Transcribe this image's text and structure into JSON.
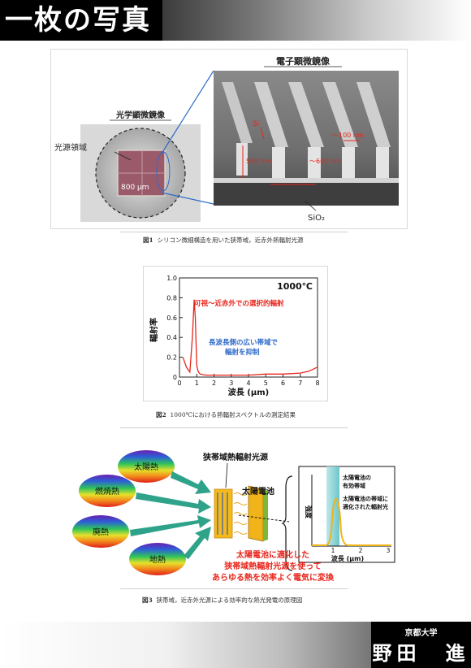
{
  "header": {
    "title": "一枚の写真"
  },
  "fig1": {
    "sem_title": "電子顕微鏡像",
    "optical_title": "光学顕微鏡像",
    "source_area_label": "光源領域",
    "scale_label": "800 μm",
    "si_label": "Si",
    "dim_100": "～100 nm",
    "dim_500": "500 nm",
    "dim_600": "～600 nm",
    "sio2_label": "SiO₂",
    "caption_num": "図1",
    "caption_text": "シリコン微細構造を用いた狭帯域，近赤外熱輻射光源"
  },
  "fig2": {
    "caption_num": "図2",
    "caption_text": "1000℃における熱輻射スペクトルの測定結果",
    "annotation_red": "可視～近赤外での選択的輻射",
    "annotation_blue_1": "長波長側の広い帯域で",
    "annotation_blue_2": "輻射を抑制",
    "chart_data": {
      "type": "line",
      "title": "1000℃",
      "xlabel": "波長 (μm)",
      "ylabel": "輻射率",
      "xlim": [
        0,
        8
      ],
      "ylim": [
        0,
        1.0
      ],
      "xticks": [
        "0",
        "1",
        "2",
        "3",
        "4",
        "5",
        "6",
        "7",
        "8"
      ],
      "yticks": [
        "0",
        "0.2",
        "0.4",
        "0.6",
        "0.8",
        "1.0"
      ],
      "series": [
        {
          "color": "#e8261c",
          "x": [
            0.2,
            0.4,
            0.6,
            0.75,
            0.85,
            0.92,
            0.97,
            1.0,
            1.05,
            1.1,
            1.2,
            1.35,
            1.5,
            2,
            3,
            4,
            5,
            6,
            7,
            7.5,
            8
          ],
          "y": [
            0.2,
            0.1,
            0.05,
            0.4,
            0.78,
            0.6,
            0.3,
            0.12,
            0.08,
            0.05,
            0.03,
            0.025,
            0.02,
            0.02,
            0.02,
            0.02,
            0.03,
            0.03,
            0.04,
            0.06,
            0.1
          ]
        }
      ],
      "grid": false
    }
  },
  "fig3": {
    "sources": [
      "太陽熱",
      "燃焼熱",
      "廃熱",
      "地熱"
    ],
    "emitter_label": "狭帯域熱輻射光源",
    "cell_label": "太陽電池",
    "inset_legend_1a": "太陽電池の",
    "inset_legend_1b": "有効帯域",
    "inset_legend_2a": "太陽電池の帯域に",
    "inset_legend_2b": "適化された輻射光",
    "inset_ylabel": "強度",
    "inset_xlabel": "波長 (μm)",
    "inset_xticks": [
      "1",
      "2",
      "3"
    ],
    "message": [
      "太陽電池に適化した",
      "狭帯域熱輻射光源を使って",
      "あらゆる熱を効率よく電気に変換"
    ],
    "caption_num": "図3",
    "caption_text": "狭帯域，近赤外光源による効率的な熱光発電の原理図"
  },
  "author": {
    "affiliation": "京都大学",
    "name": "野田　進"
  },
  "colors": {
    "accent_red": "#e8261c",
    "accent_blue": "#2f6bc9",
    "arrow_green": "#2fa38a"
  }
}
